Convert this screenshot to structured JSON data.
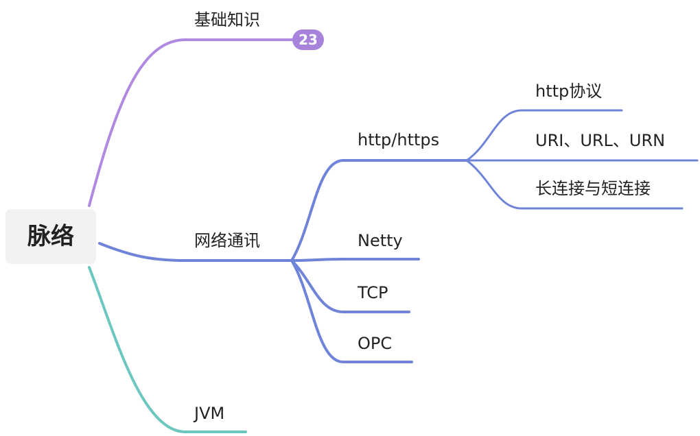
{
  "root": {
    "label": "脉络"
  },
  "branches": {
    "basic": {
      "label": "基础知识",
      "count": "23",
      "color": "#b08ae0"
    },
    "network": {
      "label": "网络通讯",
      "color": "#6f84d8",
      "children": {
        "http": {
          "label": "http/https",
          "children": [
            {
              "label": "http协议"
            },
            {
              "label": "URI、URL、URN"
            },
            {
              "label": "长连接与短连接"
            }
          ]
        },
        "netty": {
          "label": "Netty"
        },
        "tcp": {
          "label": "TCP"
        },
        "opc": {
          "label": "OPC"
        }
      }
    },
    "jvm": {
      "label": "JVM",
      "color": "#6cc7bf"
    }
  }
}
